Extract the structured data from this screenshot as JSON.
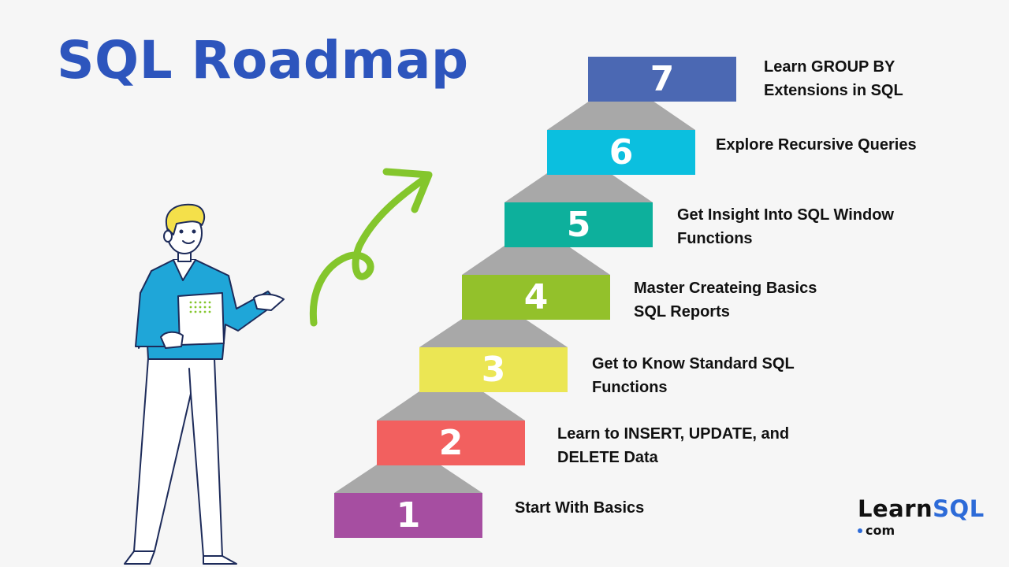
{
  "title": "SQL Roadmap",
  "steps": [
    {
      "number": "1",
      "label": "Start With Basics",
      "color": "#a64ea1"
    },
    {
      "number": "2",
      "label": "Learn to INSERT, UPDATE, and\nDELETE Data",
      "color": "#f2605f"
    },
    {
      "number": "3",
      "label": "Get to Know Standard SQL\nFunctions",
      "color": "#ebe654"
    },
    {
      "number": "4",
      "label": "Master Createing Basics\nSQL Reports",
      "color": "#93c12b"
    },
    {
      "number": "5",
      "label": "Get Insight Into SQL Window\nFunctions",
      "color": "#0db09c"
    },
    {
      "number": "6",
      "label": "Explore Recursive Queries",
      "color": "#0bbfdf"
    },
    {
      "number": "7",
      "label": "Learn GROUP BY\nExtensions in SQL",
      "color": "#4b68b3"
    }
  ],
  "logo": {
    "learn": "Learn",
    "sql": "SQL",
    "domain": "com"
  },
  "colors": {
    "title": "#2d55bd",
    "arrow": "#84c62c",
    "riser": "#a8a8a8",
    "shirt": "#1fa6d8"
  }
}
